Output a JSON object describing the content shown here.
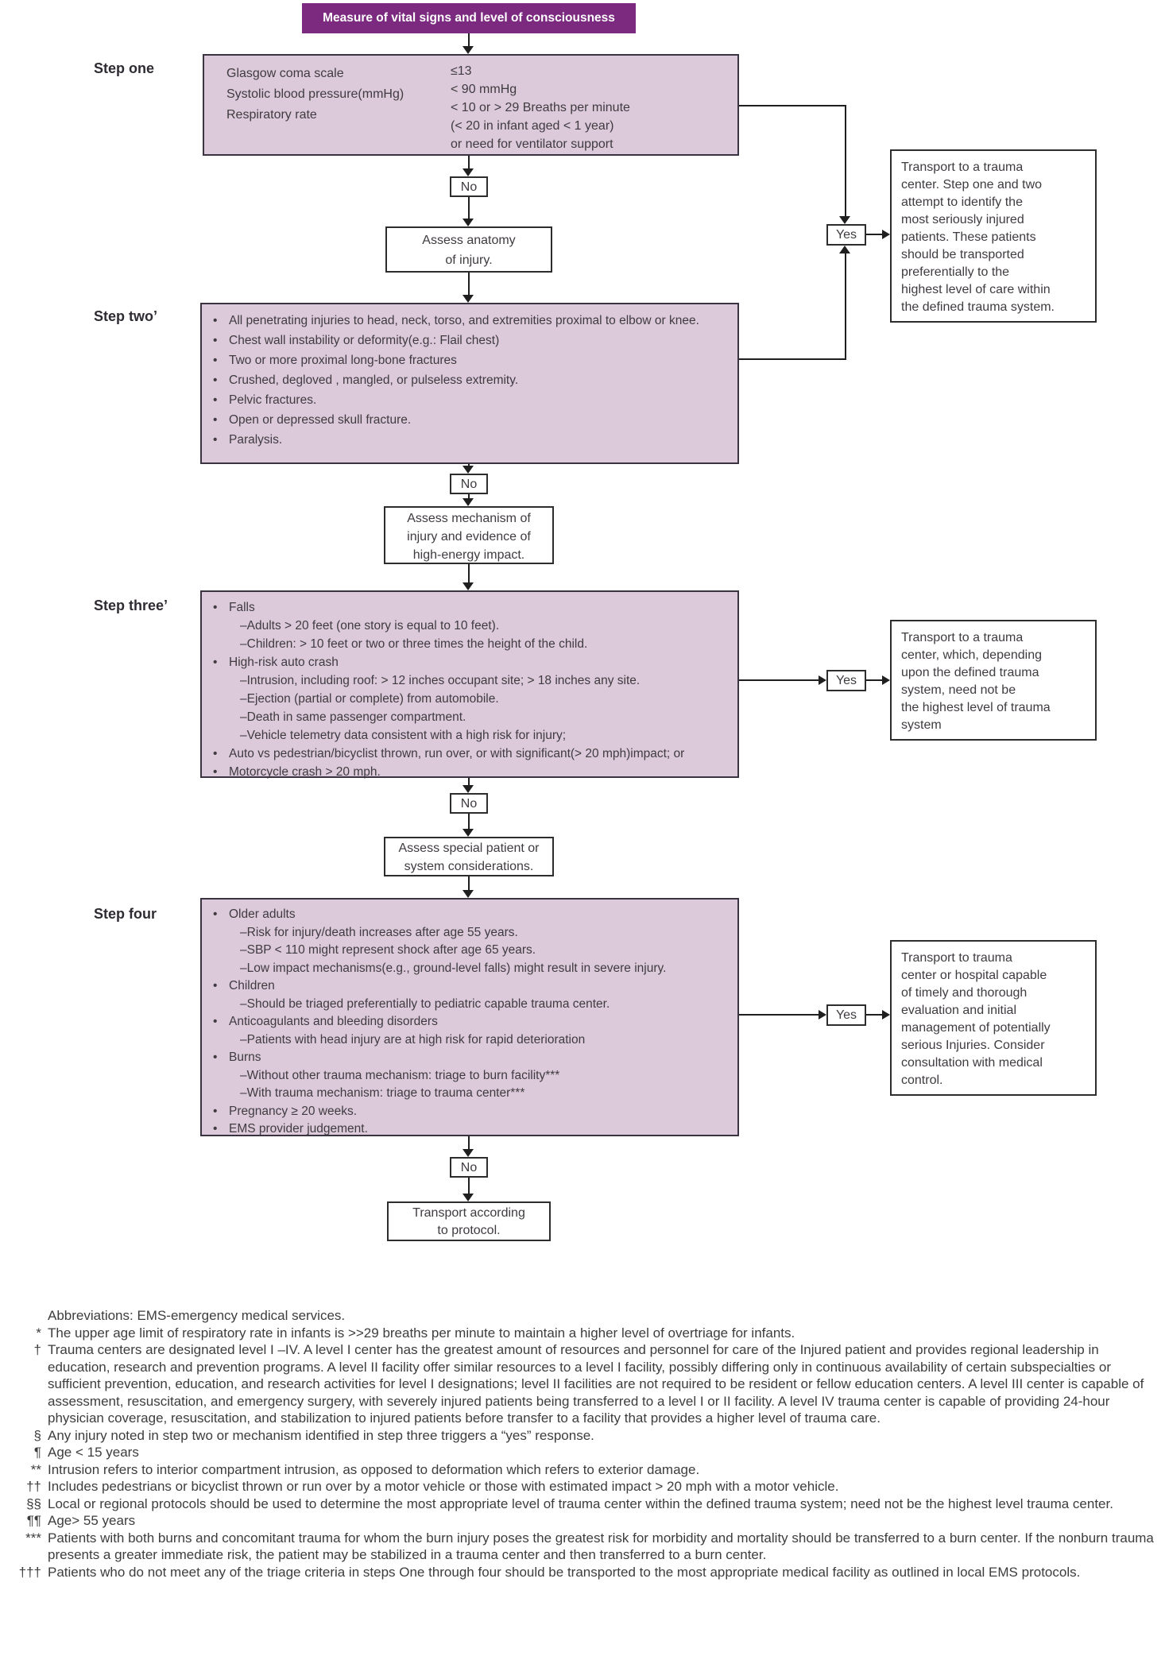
{
  "title": "Measure of vital signs and level of consciousness",
  "connectors": {
    "yes": "Yes",
    "no": "No"
  },
  "step_one": {
    "label": "Step one",
    "criteria": [
      "Glasgow coma scale",
      "Systolic blood pressure(mmHg)",
      "Respiratory rate"
    ],
    "values": [
      "≤13",
      "< 90 mmHg",
      "< 10 or > 29 Breaths per minute",
      "(< 20 in infant aged < 1 year)",
      "or need for ventilator support"
    ]
  },
  "assess_anatomy": "Assess anatomy\nof injury.",
  "step_two": {
    "label": "Step two’",
    "items": [
      {
        "marker": "•",
        "text": "All penetrating injuries to head, neck, torso, and extremities proximal to elbow or knee."
      },
      {
        "marker": "•",
        "text": "Chest wall instability or deformity(e.g.: Flail chest)"
      },
      {
        "marker": "•",
        "text": "Two or more proximal long-bone fractures"
      },
      {
        "marker": "•",
        "text": "Crushed, degloved , mangled, or pulseless extremity."
      },
      {
        "marker": "•",
        "text": "Pelvic fractures."
      },
      {
        "marker": "•",
        "text": "Open or depressed skull fracture."
      },
      {
        "marker": "•",
        "text": "Paralysis."
      }
    ]
  },
  "assess_mechanism": "Assess mechanism of\ninjury and evidence of\nhigh-energy impact.",
  "step_three": {
    "label": "Step three’",
    "items": [
      {
        "marker": "•",
        "text": "Falls"
      },
      {
        "text": "–Adults > 20 feet (one story is equal to 10 feet)."
      },
      {
        "text": "–Children: > 10 feet or two or three times the height of the child."
      },
      {
        "marker": "•",
        "text": "High-risk auto crash"
      },
      {
        "text": "–Intrusion, including roof: > 12 inches occupant site; > 18 inches any site."
      },
      {
        "text": "–Ejection (partial or complete) from automobile."
      },
      {
        "text": "–Death in same passenger compartment."
      },
      {
        "text": "–Vehicle telemetry data consistent with a high risk for injury;"
      },
      {
        "marker": "•",
        "text": "Auto vs pedestrian/bicyclist thrown, run over, or with significant(> 20 mph)impact; or"
      },
      {
        "marker": "•",
        "text": "Motorcycle crash > 20 mph."
      }
    ]
  },
  "assess_special": "Assess special patient or\nsystem considerations.",
  "step_four": {
    "label": "Step four",
    "items": [
      {
        "marker": "•",
        "text": "Older adults"
      },
      {
        "text": "–Risk for injury/death increases after age 55 years."
      },
      {
        "text": "–SBP < 110 might represent shock after age 65 years."
      },
      {
        "text": "–Low impact mechanisms(e.g., ground-level falls) might result in severe injury."
      },
      {
        "marker": "•",
        "text": "Children"
      },
      {
        "text": "–Should be triaged preferentially to pediatric capable trauma center."
      },
      {
        "marker": "•",
        "text": "Anticoagulants and bleeding disorders"
      },
      {
        "text": "–Patients with head injury are at high risk for rapid deterioration"
      },
      {
        "marker": "•",
        "text": "Burns"
      },
      {
        "text": "–Without other trauma mechanism: triage to burn facility***"
      },
      {
        "text": "–With trauma mechanism: triage to trauma center***"
      },
      {
        "marker": "•",
        "text": "Pregnancy ≥ 20 weeks."
      },
      {
        "marker": "•",
        "text": "EMS provider judgement."
      }
    ]
  },
  "outcomes": {
    "steps_one_two": "Transport to a trauma\ncenter. Step one and two\nattempt to identify the\nmost seriously injured\npatients. These patients\nshould be transported\npreferentially to the\nhighest level of care within\nthe defined trauma system.",
    "step_three": "Transport to a trauma\ncenter, which, depending\nupon the defined trauma\nsystem, need not be\nthe highest level of trauma\nsystem",
    "step_four": "Transport to trauma\ncenter or hospital capable\nof timely and thorough\nevaluation and initial\nmanagement of potentially\nserious Injuries. Consider\nconsultation with medical\ncontrol.",
    "protocol": "Transport according\nto protocol."
  },
  "footnotes": [
    {
      "marker": "",
      "text": "Abbreviations: EMS-emergency medical services."
    },
    {
      "marker": "*",
      "text": "The upper age limit of respiratory rate in infants is >>29 breaths per minute to maintain a higher level of overtriage for infants."
    },
    {
      "marker": "†",
      "text": "Trauma centers are designated level I –IV. A level I center has the greatest amount of resources and personnel for care of the Injured patient and provides regional leadership in education, research and prevention programs. A level II facility offer similar resources to a level I facility, possibly differing only in continuous availability of certain subspecialties or sufficient prevention, education, and research activities for level I designations; level II facilities are not required to be resident or fellow education centers. A level III center is capable of assessment, resuscitation, and emergency surgery, with severely injured patients being transferred to a level I or II facility. A level IV trauma center is capable of providing 24-hour physician coverage, resuscitation, and stabilization to injured patients before transfer to a facility that provides a higher level of trauma care."
    },
    {
      "marker": "§",
      "text": "Any injury noted in step two or mechanism identified in step three triggers a “yes” response."
    },
    {
      "marker": "¶",
      "text": "Age < 15 years"
    },
    {
      "marker": "**",
      "text": "Intrusion refers to interior compartment intrusion, as opposed to deformation which refers to exterior damage."
    },
    {
      "marker": "††",
      "text": "Includes pedestrians or bicyclist thrown or run over by a motor vehicle or those with estimated impact > 20 mph with a motor vehicle."
    },
    {
      "marker": "§§",
      "text": "Local or regional protocols should be used to determine the most appropriate level of trauma center within the defined trauma system; need not be the highest level trauma center."
    },
    {
      "marker": "¶¶",
      "text": "Age> 55 years"
    },
    {
      "marker": "***",
      "text": "Patients with both burns and concomitant trauma for whom the burn injury poses the greatest risk for morbidity and mortality should be transferred to a burn center. If the nonburn trauma presents a greater immediate risk, the patient may be stabilized in a trauma center and then transferred to a burn center."
    },
    {
      "marker": "†††",
      "text": "Patients who do not meet any of the triage criteria in steps One through four should be transported to the most appropriate medical facility as outlined in local EMS protocols."
    }
  ],
  "colors": {
    "title_bg": "#7b2a80",
    "step_fill": "#dccada",
    "step_border": "#3a3442",
    "line": "#1f1f1f"
  }
}
